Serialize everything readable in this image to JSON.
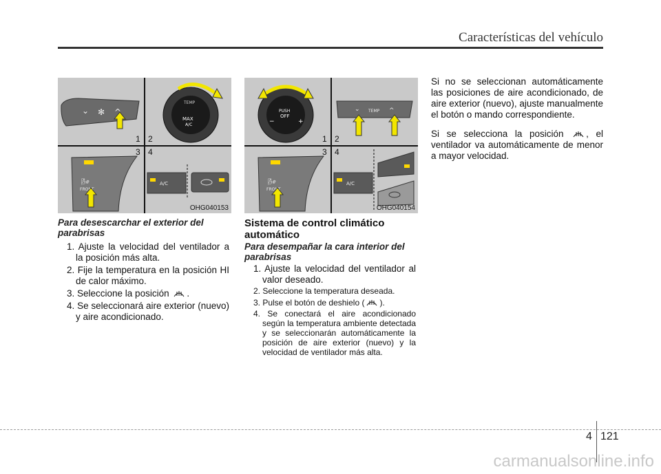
{
  "header": {
    "title": "Características del vehículo"
  },
  "figure1": {
    "code": "OHG040153",
    "nums": [
      "1",
      "2",
      "3",
      "4"
    ],
    "labels": {
      "temp": "TEMP",
      "max": "MAX",
      "ac": "A/C",
      "front": "FRONT",
      "ac2": "A/C"
    }
  },
  "figure2": {
    "code": "OHG040154",
    "nums": [
      "1",
      "2",
      "3",
      "4"
    ],
    "labels": {
      "push": "PUSH",
      "off": "OFF",
      "temp": "TEMP",
      "front": "FRONT",
      "ac": "A/C"
    }
  },
  "left_col": {
    "subtitle": "Para desescarchar el exterior del parabrisas",
    "steps": [
      "1. Ajuste la velocidad del ventilador a la posición más alta.",
      "2. Fije la temperatura en la posición HI de calor máximo.",
      "3. Seleccione la posición",
      "4. Se seleccionará aire exterior (nuevo) y aire acondicionado."
    ],
    "step3_end": "."
  },
  "mid_col": {
    "section_title": "Sistema de control climático automático",
    "subtitle": "Para desempañar la cara interior del parabrisas",
    "step1": "1. Ajuste la velocidad del ventilador al valor deseado.",
    "step2": "2. Seleccione la temperatura deseada.",
    "step3_a": "3. Pulse el botón de deshielo (",
    "step3_b": ").",
    "step4": "4. Se conectará el aire acondicionado según la temperatura ambiente detectada y se seleccionarán automáticamente la posición de aire exterior (nuevo) y la velocidad de ventilador más alta."
  },
  "right_col": {
    "para1": "Si no se seleccionan automáticamente las posiciones de aire acondicionado, de aire exterior (nuevo), ajuste manualmente el botón o mando correspondiente.",
    "para2_a": "Si se selecciona la posición",
    "para2_b": ", el ventilador va automáticamente de menor a mayor velocidad."
  },
  "footer": {
    "section": "4",
    "page": "121"
  },
  "watermark": "carmanualsonline.info",
  "colors": {
    "figure_bg": "#c9c9c9",
    "arrow_fill": "#f2e600",
    "indicator": "#ffd800"
  }
}
